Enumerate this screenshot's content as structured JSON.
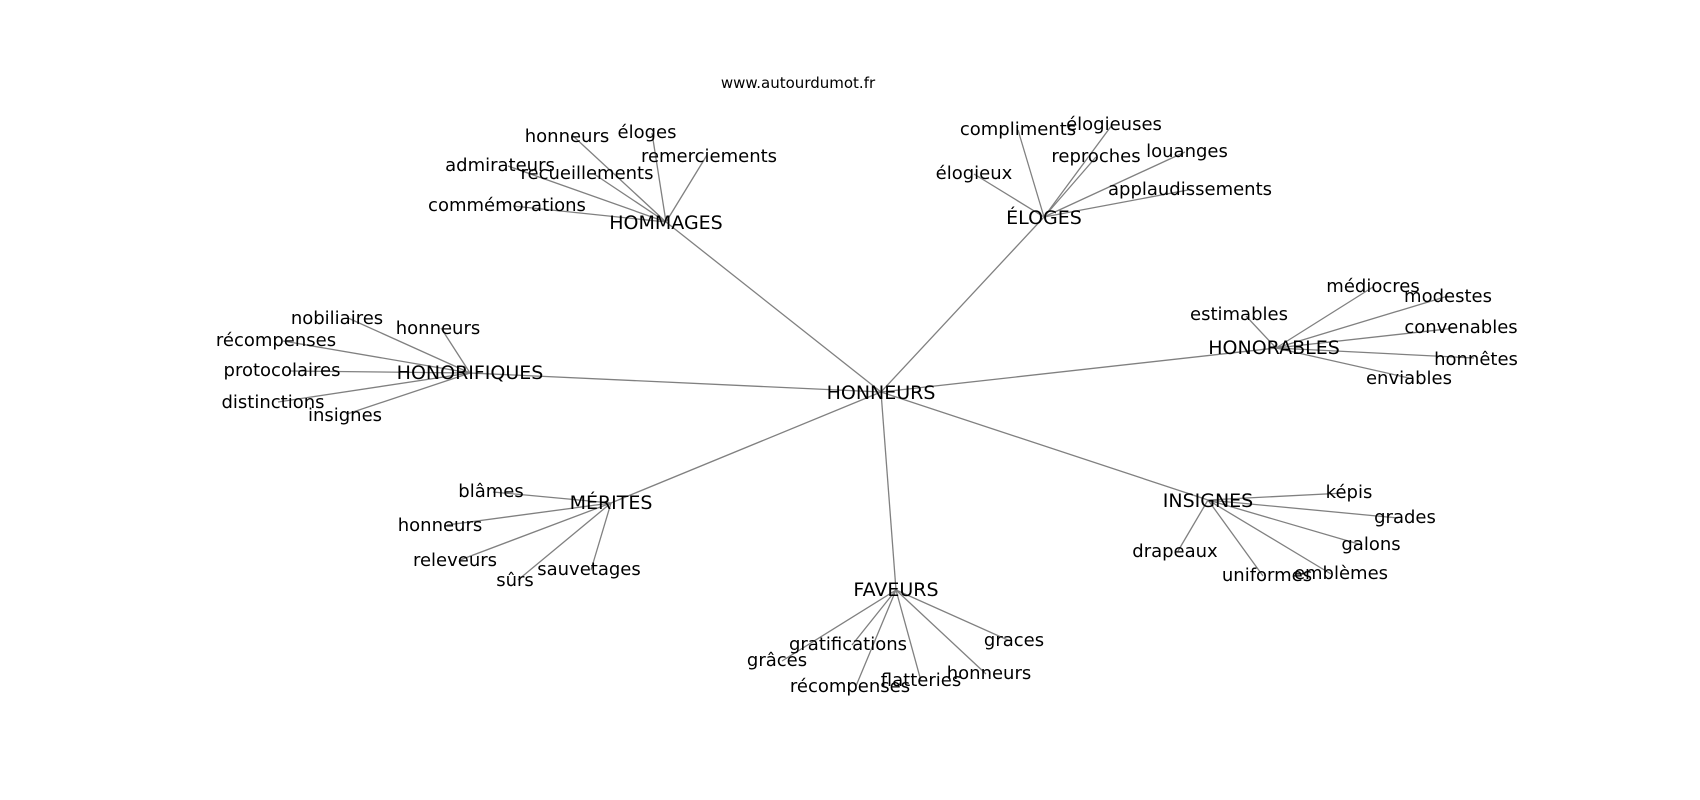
{
  "site": "www.autourdumot.fr",
  "root": "HONNEURS",
  "groups": [
    {
      "label": "HOMMAGES",
      "words": [
        "honneurs",
        "éloges",
        "remerciements",
        "admirateurs",
        "recueillements",
        "commémorations"
      ]
    },
    {
      "label": "ÉLOGES",
      "words": [
        "compliments",
        "élogieuses",
        "reproches",
        "louanges",
        "élogieux",
        "applaudissements"
      ]
    },
    {
      "label": "HONORIFIQUES",
      "words": [
        "nobiliaires",
        "honneurs",
        "récompenses",
        "protocolaires",
        "distinctions",
        "insignes"
      ]
    },
    {
      "label": "HONORABLES",
      "words": [
        "médiocres",
        "modestes",
        "estimables",
        "convenables",
        "honnêtes",
        "enviables"
      ]
    },
    {
      "label": "MÉRITES",
      "words": [
        "blâmes",
        "honneurs",
        "releveurs",
        "sauvetages",
        "sûrs"
      ]
    },
    {
      "label": "INSIGNES",
      "words": [
        "képis",
        "grades",
        "galons",
        "drapeaux",
        "emblèmes",
        "uniformes"
      ]
    },
    {
      "label": "FAVEURS",
      "words": [
        "graces",
        "gratifications",
        "grâces",
        "honneurs",
        "flatteries",
        "récompenses"
      ]
    }
  ]
}
